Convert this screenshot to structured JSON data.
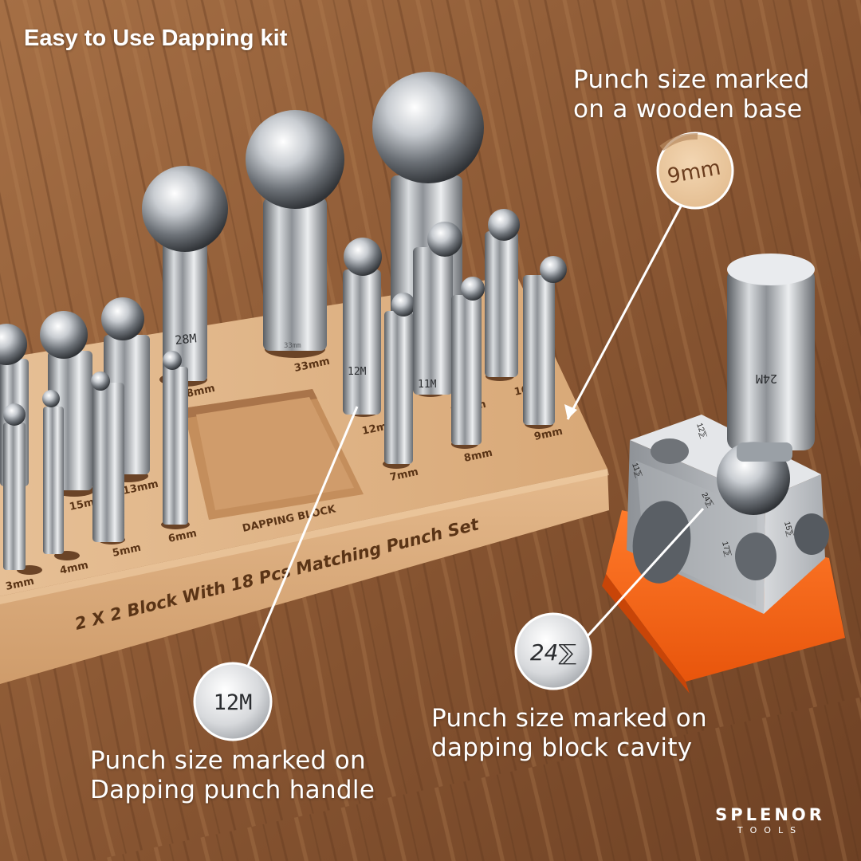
{
  "headline": "Easy to Use Dapping kit",
  "callouts": {
    "base": {
      "lines": [
        "Punch size marked",
        "on a wooden base"
      ],
      "zoom_text": "9mm"
    },
    "handle": {
      "lines": [
        "Punch size marked on",
        "Dapping punch handle"
      ],
      "zoom_text": "12M"
    },
    "cavity": {
      "lines": [
        "Punch size marked on",
        "dapping block cavity"
      ],
      "zoom_text": "24⅀"
    }
  },
  "base_engraving": {
    "front_text": "2 X 2 Block With 18 Pcs Matching Punch Set",
    "center_label": "DAPPING BLOCK",
    "size_labels": [
      "3mm",
      "4mm",
      "5mm",
      "6mm",
      "7mm",
      "8mm",
      "9mm",
      "10mm",
      "11mm",
      "12mm",
      "13mm",
      "15mm",
      "28mm",
      "33mm"
    ]
  },
  "punch_markings": [
    "28M",
    "33mm",
    "12M",
    "11M",
    "24M"
  ],
  "block_markings": [
    "11⅀",
    "12⅀",
    "15⅀",
    "17⅀",
    "24⅀"
  ],
  "brand": {
    "name": "SPLENOR",
    "sub": "TOOLS"
  },
  "colors": {
    "wood_bg": "#8c5a34",
    "beech": "#e2b98c",
    "orange": "#ff6a1c",
    "steel": "#c9ccd0",
    "text": "#ffffff"
  }
}
